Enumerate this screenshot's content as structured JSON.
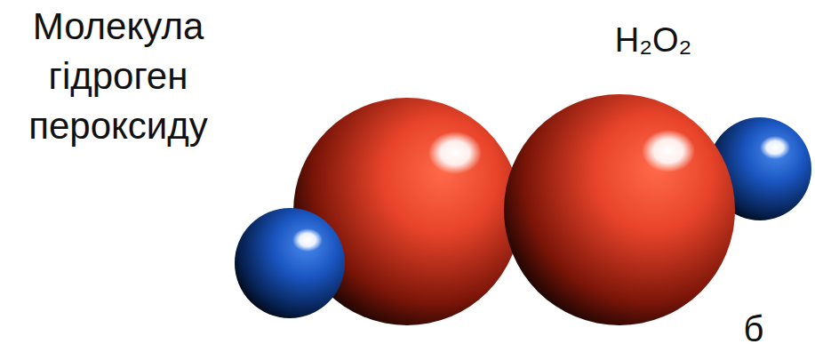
{
  "diagram": {
    "labels": [
      "Молекула гідроген пероксиду",
      "H₂O₂",
      "б"
    ]
  }
}
